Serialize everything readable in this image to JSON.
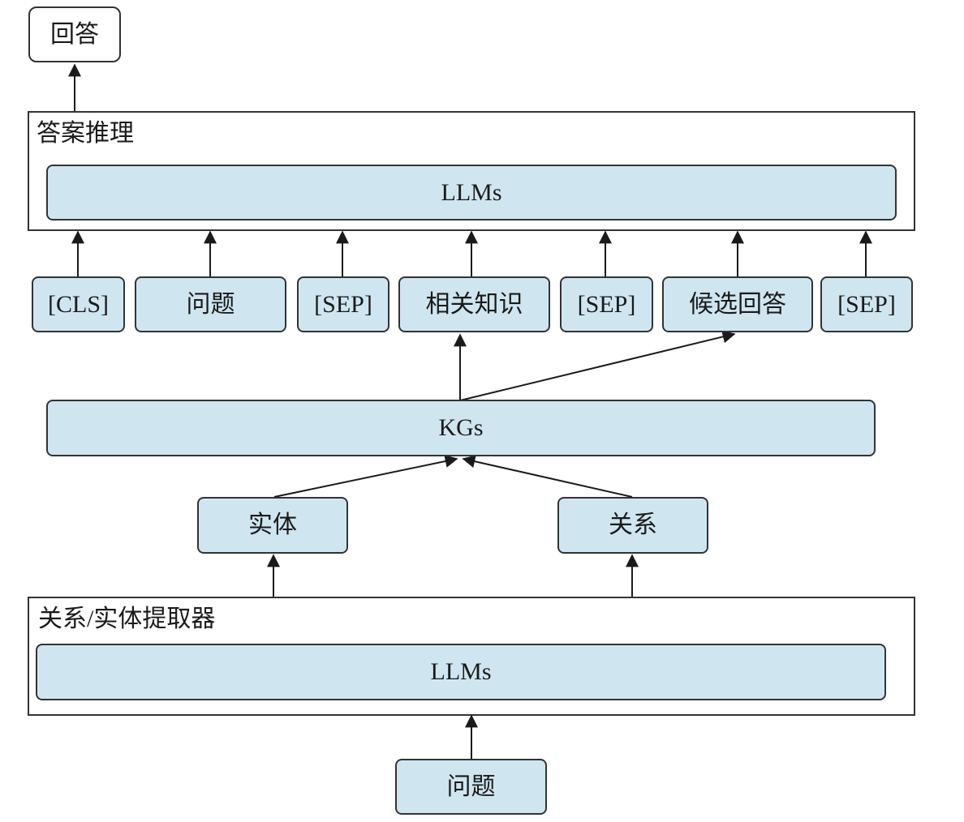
{
  "answer": {
    "label": "回答"
  },
  "answer_reasoning": {
    "title": "答案推理",
    "llm_label": "LLMs"
  },
  "input_tokens": [
    {
      "label": "[CLS]"
    },
    {
      "label": "问题"
    },
    {
      "label": "[SEP]"
    },
    {
      "label": "相关知识"
    },
    {
      "label": "[SEP]"
    },
    {
      "label": "候选回答"
    },
    {
      "label": "[SEP]"
    }
  ],
  "kgs": {
    "label": "KGs"
  },
  "entity": {
    "label": "实体"
  },
  "relation": {
    "label": "关系"
  },
  "extractor": {
    "title": "关系/实体提取器",
    "llm_label": "LLMs"
  },
  "question": {
    "label": "问题"
  },
  "colors": {
    "node_fill": "#cfe6f0",
    "stroke": "#333333"
  }
}
